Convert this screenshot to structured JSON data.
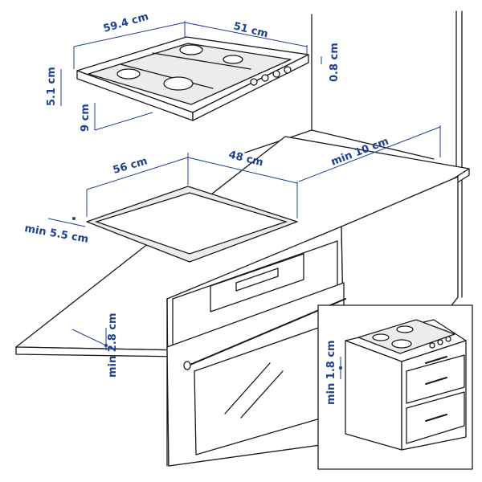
{
  "colors": {
    "dimension": "#1f3f8f",
    "line": "#1a1a1a",
    "background": "#ffffff"
  },
  "hob": {
    "width_label": "59.4 cm",
    "depth_label": "51 cm",
    "height_label": "5.1 cm",
    "glass_label": "0.8 cm",
    "below_label": "9 cm"
  },
  "cutout": {
    "width_label": "56 cm",
    "depth_label": "48 cm",
    "front_label": "min 5.5 cm",
    "wall_label": "min 10 cm"
  },
  "oven": {
    "gap_label": "min 2.8 cm"
  },
  "inset": {
    "gap_label": "min 1.8 cm"
  }
}
